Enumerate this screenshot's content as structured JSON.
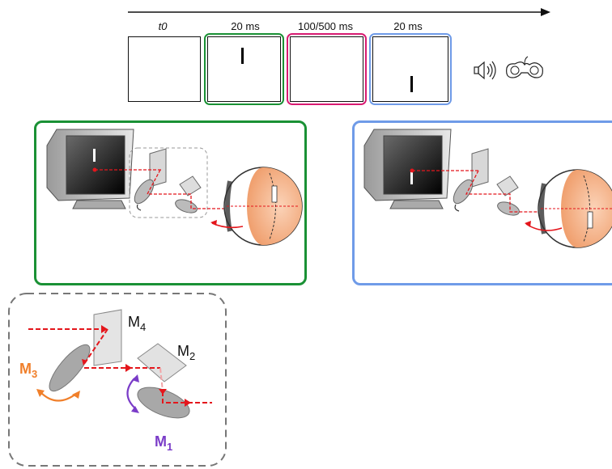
{
  "timeline": {
    "labels": [
      "t0",
      "20 ms",
      "100/500 ms",
      "20 ms"
    ],
    "highlight_colors": [
      "#1a9135",
      "#d81b72",
      "#6f9be8"
    ]
  },
  "icons": [
    "speaker-icon",
    "gamepad-icon"
  ],
  "panels": {
    "green_border": "#1a9135",
    "blue_border": "#6f9be8"
  },
  "mirrors": {
    "m4": {
      "main": "M",
      "sub": "4"
    },
    "m2": {
      "main": "M",
      "sub": "2"
    },
    "m3": {
      "main": "M",
      "sub": "3",
      "color": "#f07f2a"
    },
    "m1": {
      "main": "M",
      "sub": "1",
      "color": "#7a3cc8"
    }
  },
  "colors": {
    "laser": "#e4161c",
    "eye_fill": "#f6b894"
  }
}
